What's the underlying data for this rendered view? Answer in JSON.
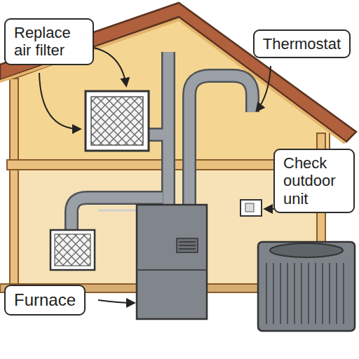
{
  "diagram": {
    "nodes": [
      {
        "text": [
          "Replace air filter"
        ]
      },
      {
        "text": [
          "Thermostat"
        ]
      },
      {
        "text": [
          "Check outdoor unit"
        ]
      },
      {
        "text": [
          "Furnace"
        ]
      }
    ]
  }
}
